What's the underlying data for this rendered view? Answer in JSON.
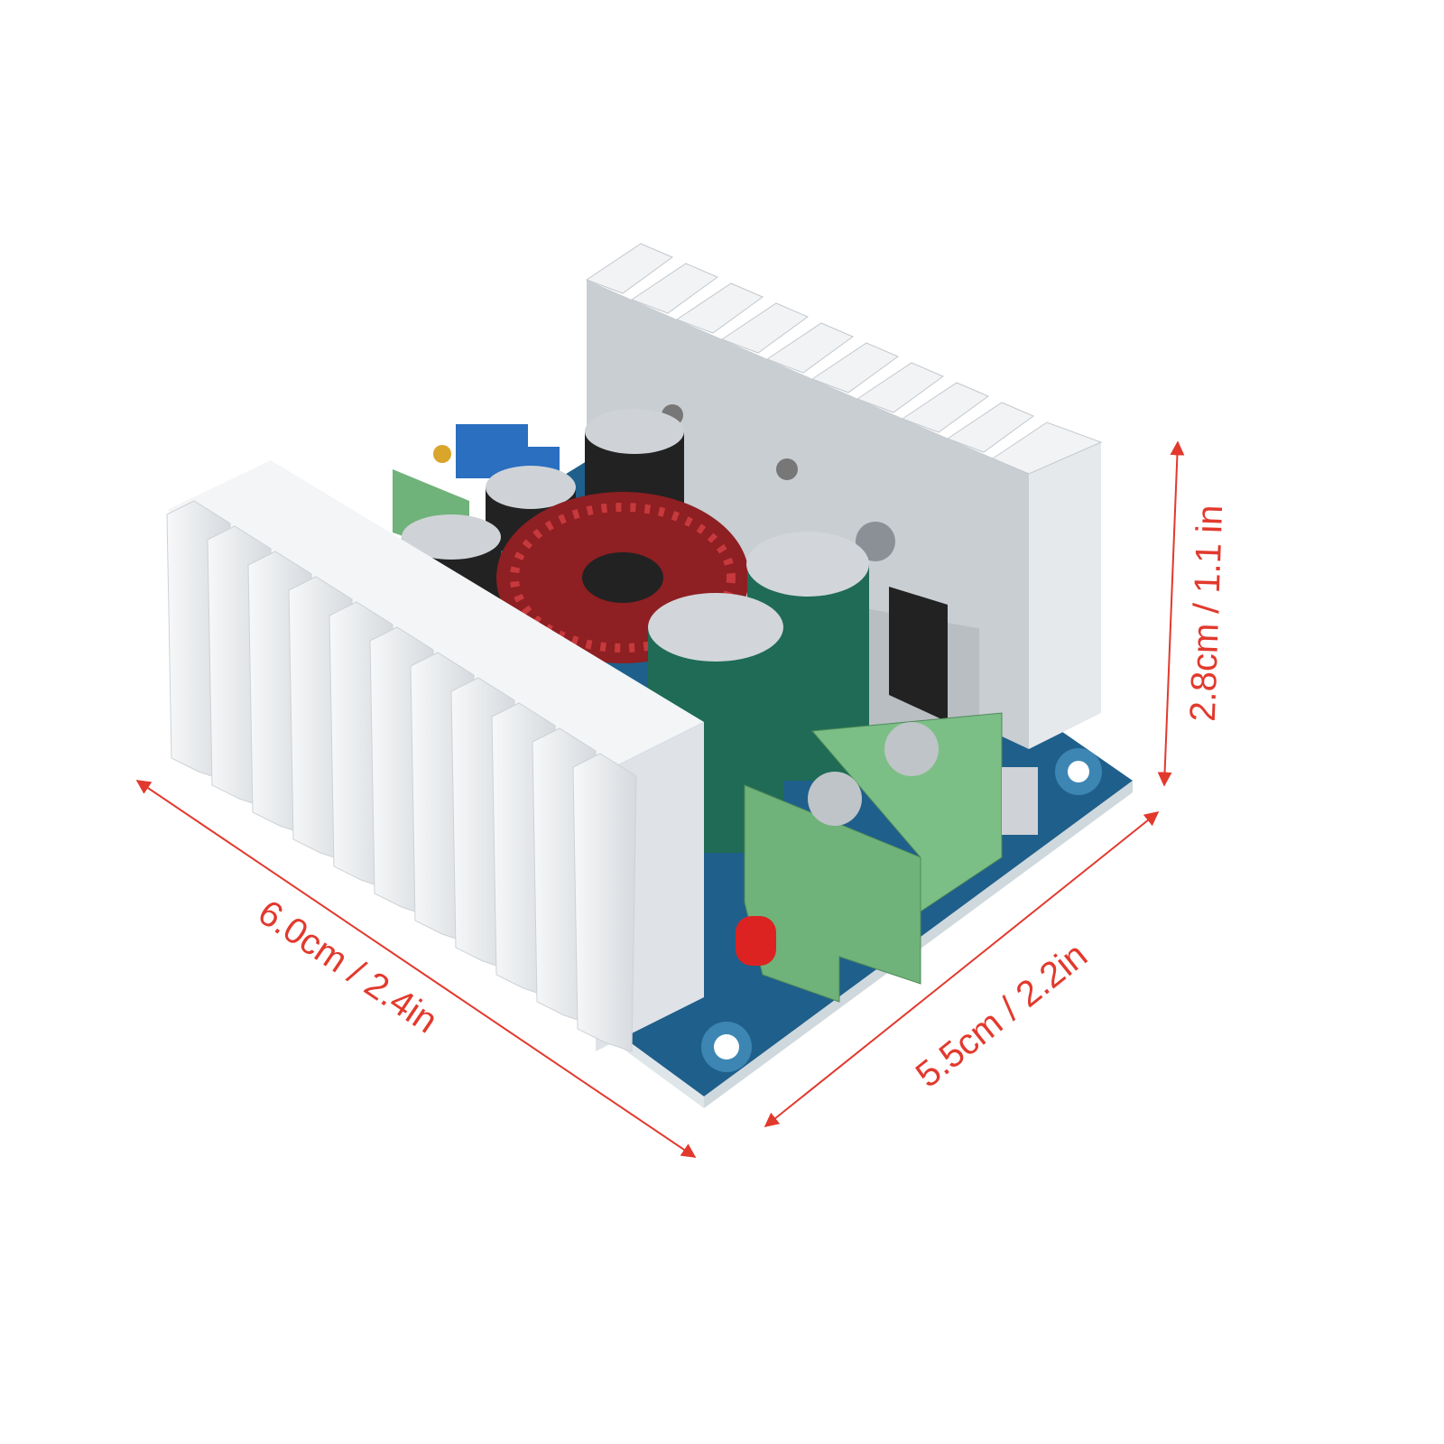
{
  "product": {
    "icon": "dc-dc-buck-converter-module-photo",
    "colors": {
      "pcb": "#1f5f8b",
      "heatsink": "#e9ecef",
      "terminal": "#6fb27a",
      "coil": "#b3262a",
      "capacitor": "#1f6b55",
      "dimension": "#e2392d"
    }
  },
  "dimensions": {
    "length_label": "6.0cm / 2.4in",
    "width_label": "5.5cm / 2.2in",
    "height_label": "2.8cm / 1.1 in"
  }
}
